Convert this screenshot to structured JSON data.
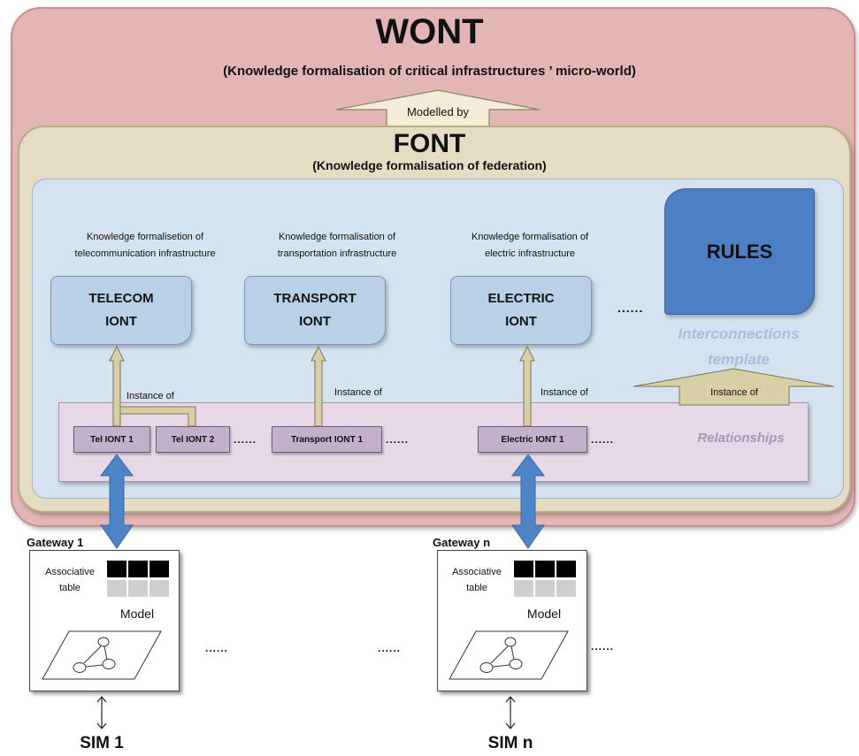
{
  "wont": {
    "title": "WONT",
    "subtitle": "(Knowledge formalisation of critical infrastructures ’ micro-world)",
    "modelled_by": "Modelled by"
  },
  "font": {
    "title": "FONT",
    "subtitle": "(Knowledge formalisation of federation)"
  },
  "infrastructures": [
    {
      "caption_line1": "Knowledge formalisetion of",
      "caption_line2": "telecommunication infrastructure",
      "label_line1": "TELECOM",
      "label_line2": "IONT"
    },
    {
      "caption_line1": "Knowledge formalisation of",
      "caption_line2": "transportation infrastructure",
      "label_line1": "TRANSPORT",
      "label_line2": "IONT"
    },
    {
      "caption_line1": "Knowledge formalisation of",
      "caption_line2": "electric infrastructure",
      "label_line1": "ELECTRIC",
      "label_line2": "IONT"
    }
  ],
  "ellipsis": "......",
  "rules": "RULES",
  "interconnections_template_line1": "Interconnections",
  "interconnections_template_line2": "template",
  "instance_of": "Instance of",
  "relationships": "Relationships",
  "instances": [
    "Tel IONT 1",
    "Tel IONT 2",
    "Transport IONT 1",
    "Electric IONT 1"
  ],
  "gateways": [
    {
      "title": "Gateway 1",
      "table_label_line1": "Associative",
      "table_label_line2": "table",
      "model_label": "Model",
      "sim": "SIM 1"
    },
    {
      "title": "Gateway n",
      "table_label_line1": "Associative",
      "table_label_line2": "table",
      "model_label": "Model",
      "sim": "SIM n"
    }
  ],
  "colors": {
    "wont_fill": "#e3b5b5",
    "font_fill": "#e4dcc3",
    "inner_fill": "#d5e2ef",
    "iont_fill": "#bad0e6",
    "rules_fill": "#4d7fc4",
    "relationships_fill": "#e6d8e6",
    "instance_fill": "#c3b1cc",
    "link_arrow": "#4d84c6",
    "instance_arrow": "#d8cfa6"
  }
}
